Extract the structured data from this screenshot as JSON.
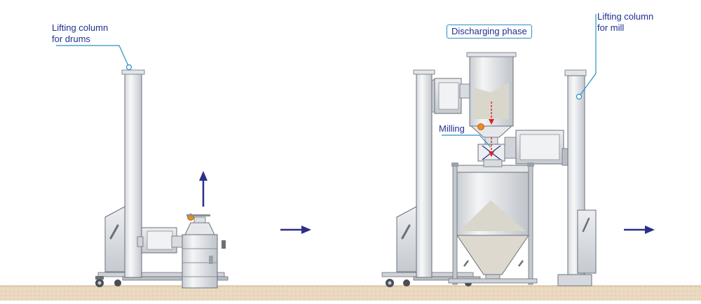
{
  "labels": {
    "left_column_line1": "Lifting column",
    "left_column_line2": "for drums",
    "right_column_line1": "Lifting column",
    "right_column_line2": "for mill",
    "phase": "Discharging phase",
    "milling": "Milling"
  },
  "colors": {
    "label_text": "#1f2f8f",
    "leader_line": "#2a8fc4",
    "flow_arrow": "#2b2f8a",
    "powder_arrow": "#e02020",
    "steel_light": "#eef0f2",
    "steel_mid": "#c9ced4",
    "steel_dark": "#8a9098",
    "powder": "#d9d6cc",
    "floor": "#e8d9c2",
    "valve_orange": "#f08a1c"
  }
}
